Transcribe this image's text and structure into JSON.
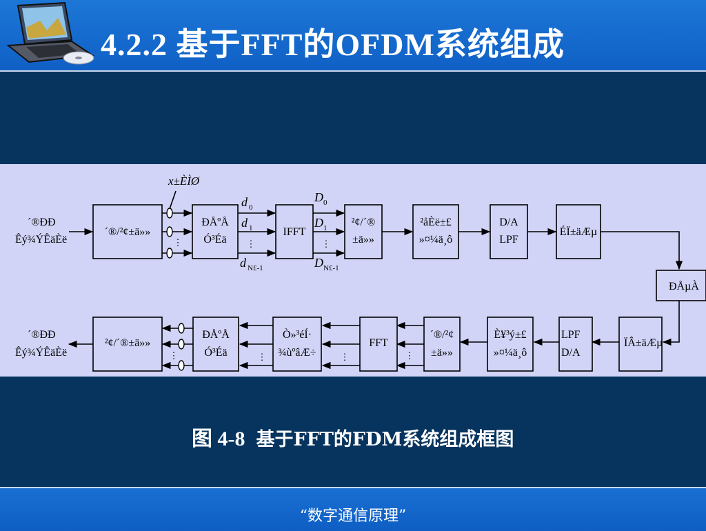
{
  "title": "4.2.2 基于FFT的OFDM系统组成",
  "caption": {
    "figure_number": "图 4-8",
    "text": "基于FFT的FDM系统组成框图"
  },
  "footer": "“数字通信原理”",
  "diagram": {
    "transmitter": {
      "input_label": [
        "´®ÐÐ",
        "Êý¾ÝÊäÈë"
      ],
      "blocks": [
        {
          "label": [
            "´®/²¢±ä»»"
          ]
        },
        {
          "label": [
            "ÐÅºÅ",
            "Ó³Éä"
          ]
        },
        {
          "label": [
            "IFFT"
          ]
        },
        {
          "label": [
            "²¢/´®",
            "±ä»»"
          ]
        },
        {
          "label": [
            "²åÈë±£",
            "»¤¼ä¸ô"
          ]
        },
        {
          "label": [
            "D/A",
            "LPF"
          ]
        },
        {
          "label": [
            "ÉÏ±äÆµ"
          ]
        }
      ],
      "symbol_label": "x±ÈÌØ",
      "d_labels": [
        "d",
        "d",
        "d"
      ],
      "d_subs": [
        "0",
        "1",
        "N£-1"
      ],
      "D_labels": [
        "D",
        "D",
        "D"
      ],
      "D_subs": [
        "0",
        "1",
        "N£-1"
      ]
    },
    "channel_label": "ÐÅµÀ",
    "receiver": {
      "blocks": [
        {
          "label": [
            "ÏÂ±äÆµ"
          ]
        },
        {
          "label": [
            "LPF",
            "D/A"
          ]
        },
        {
          "label": [
            "È¥³ý±£",
            "»¤¼ä¸ô"
          ]
        },
        {
          "label": [
            "´®/²¢",
            "±ä»»"
          ]
        },
        {
          "label": [
            "FFT"
          ]
        },
        {
          "label": [
            "Ò»³éÍ·",
            "¾ùºâÆ÷"
          ]
        },
        {
          "label": [
            "ÐÅºÅ",
            "Ó³Éä"
          ]
        },
        {
          "label": [
            "²¢/´®±ä»»"
          ]
        }
      ],
      "output_label": [
        "´®ÐÐ",
        "Êý¾ÝÊäÈë"
      ]
    }
  }
}
